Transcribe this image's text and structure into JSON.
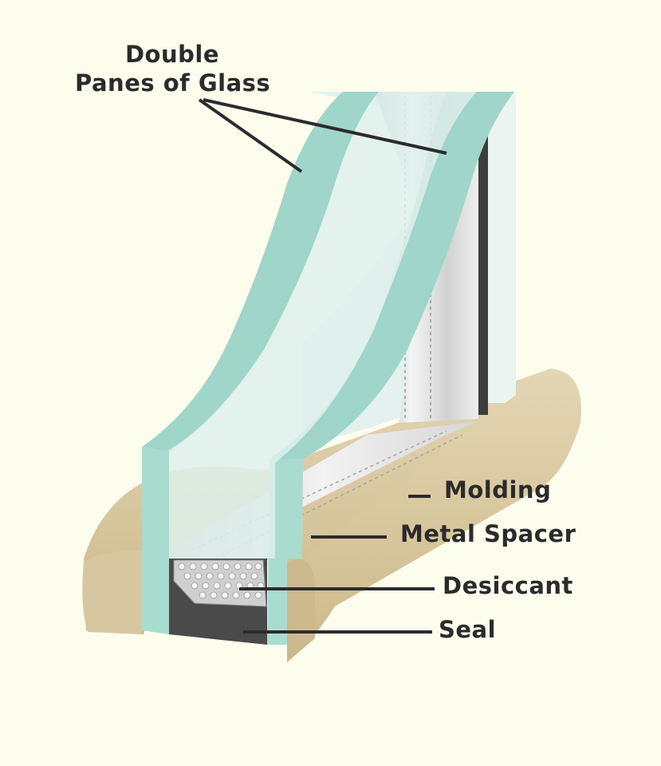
{
  "title": {
    "line1": "Double",
    "line2": "Panes of Glass"
  },
  "labels": {
    "molding": "Molding",
    "metal_spacer": "Metal Spacer",
    "desiccant": "Desiccant",
    "seal": "Seal"
  },
  "colors": {
    "background": "#fdfdee",
    "glass_face": "#d6ebe6",
    "glass_edge": "#9fd6c9",
    "metal": "#dcdcdc",
    "molding": "#d7c7a0",
    "seal": "#4a4a4a",
    "desiccant": "#c8c8c8",
    "text": "#2b2b2b"
  }
}
